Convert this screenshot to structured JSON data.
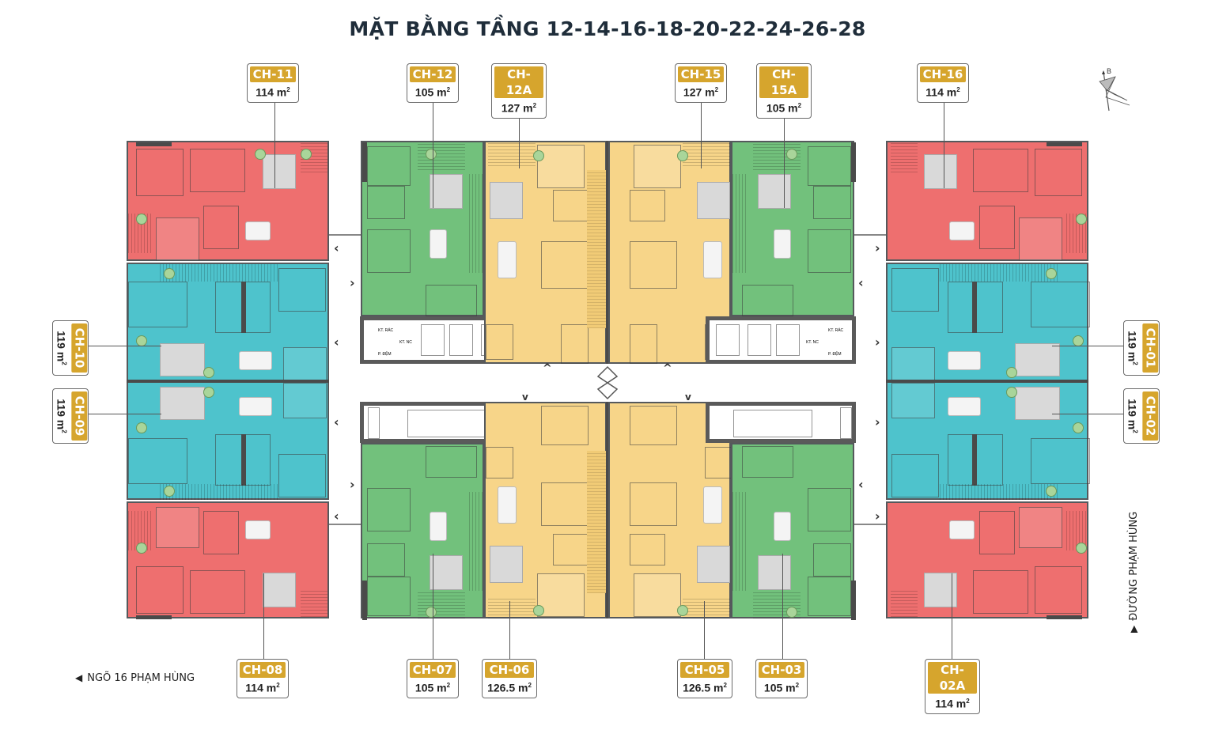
{
  "title": "MẶT BẰNG TẦNG 12-14-16-18-20-22-24-26-28",
  "colors": {
    "label_badge": "#d6a52d",
    "type_red": "#ee6f6f",
    "type_blue": "#4ec3cc",
    "type_green": "#72c17c",
    "type_yellow": "#f7d589",
    "walls": "#4a4a4a",
    "title": "#1f2d3a"
  },
  "compass": {
    "icon": "north-arrow-icon",
    "letter": "B"
  },
  "units": {
    "top": [
      {
        "code": "CH-11",
        "area": "114 m",
        "sup": "2"
      },
      {
        "code": "CH-12",
        "area": "105 m",
        "sup": "2"
      },
      {
        "code": "CH-12A",
        "area": "127 m",
        "sup": "2"
      },
      {
        "code": "CH-15",
        "area": "127 m",
        "sup": "2"
      },
      {
        "code": "CH-15A",
        "area": "105 m",
        "sup": "2"
      },
      {
        "code": "CH-16",
        "area": "114 m",
        "sup": "2"
      }
    ],
    "left": [
      {
        "code": "CH-10",
        "area": "119 m",
        "sup": "2"
      },
      {
        "code": "CH-09",
        "area": "119 m",
        "sup": "2"
      }
    ],
    "right": [
      {
        "code": "CH-01",
        "area": "119 m",
        "sup": "2"
      },
      {
        "code": "CH-02",
        "area": "119 m",
        "sup": "2"
      }
    ],
    "bottom": [
      {
        "code": "CH-08",
        "area": "114 m",
        "sup": "2"
      },
      {
        "code": "CH-07",
        "area": "105 m",
        "sup": "2"
      },
      {
        "code": "CH-06",
        "area": "126.5 m",
        "sup": "2"
      },
      {
        "code": "CH-05",
        "area": "126.5 m",
        "sup": "2"
      },
      {
        "code": "CH-03",
        "area": "105 m",
        "sup": "2"
      },
      {
        "code": "CH-02A",
        "area": "114 m",
        "sup": "2"
      }
    ]
  },
  "core_labels": {
    "kt_rac": "KT. RÁC",
    "kt_nc": "KT. NC",
    "p_dem": "P. ĐỆM"
  },
  "streets": {
    "bottom_left": {
      "arrow": "◀",
      "name": "NGÕ 16 PHẠM HÙNG"
    },
    "right": {
      "arrow": "▶",
      "name": "ĐƯỜNG PHẠM HÙNG"
    }
  },
  "entry_chevrons": {
    "left": "‹",
    "right": "›",
    "up": "^",
    "down": "v"
  }
}
